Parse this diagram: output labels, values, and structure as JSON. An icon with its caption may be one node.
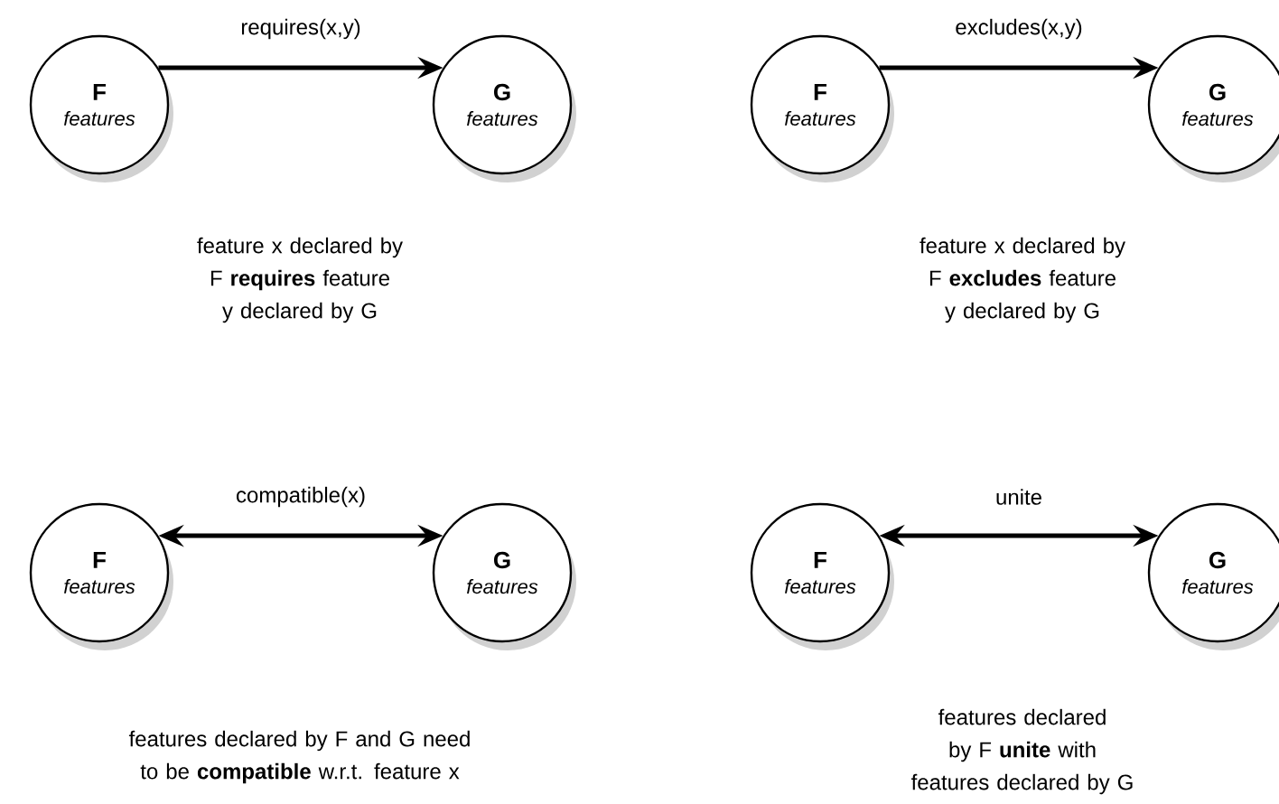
{
  "diagram": {
    "nodes": [
      {
        "text": [
          "F",
          "features"
        ]
      },
      {
        "text": [
          "G",
          "features"
        ]
      },
      {
        "text": [
          "F",
          "features"
        ]
      },
      {
        "text": [
          "G",
          "features"
        ]
      },
      {
        "text": [
          "F",
          "features"
        ]
      },
      {
        "text": [
          "G",
          "features"
        ]
      },
      {
        "text": [
          "F",
          "features"
        ]
      },
      {
        "text": [
          "G",
          "features"
        ]
      }
    ],
    "edges": [
      {
        "from": 0,
        "to": 1,
        "arrow": "to",
        "label": "requires(x,y)"
      },
      {
        "from": 2,
        "to": 3,
        "arrow": "to",
        "label": "excludes(x,y)"
      },
      {
        "from": 4,
        "to": 5,
        "arrow": "both",
        "label": "compatible(x)"
      },
      {
        "from": 6,
        "to": 7,
        "arrow": "both",
        "label": "unite"
      }
    ],
    "labels": [
      "feature x declared by F **requires** feature y declared by G",
      "feature x declared by F **excludes** feature y declared by G",
      "features declared by F and G need to be **compatible** w.r.t. feature x",
      "features declared by F **unite** with features declared by G"
    ]
  }
}
